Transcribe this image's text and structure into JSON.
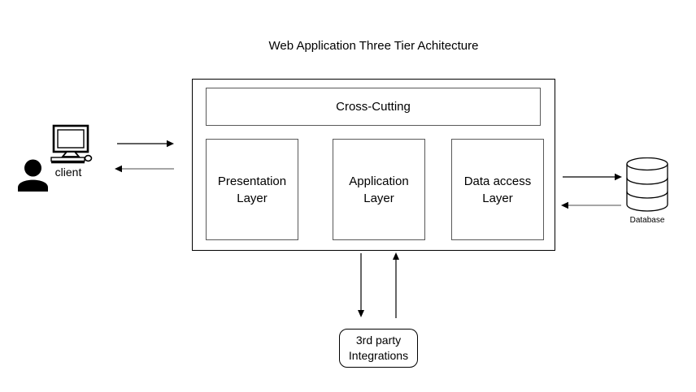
{
  "title": "Web Application Three Tier Achitecture",
  "client": {
    "label": "client"
  },
  "system": {
    "cross_cutting_label": "Cross-Cutting",
    "layers": [
      {
        "label": "Presentation Layer"
      },
      {
        "label": "Application Layer"
      },
      {
        "label": "Data access Layer"
      }
    ]
  },
  "database": {
    "label": "Database"
  },
  "third_party": {
    "label": "3rd party Integrations"
  },
  "icons": {
    "client_icon": "person-at-workstation",
    "database_icon": "database-cylinder",
    "arrow_icons": [
      "client-to-system-arrow",
      "system-to-client-arrow",
      "system-to-database-arrow",
      "database-to-system-arrow",
      "system-to-thirdparty-arrow",
      "thirdparty-to-system-arrow"
    ]
  },
  "colors": {
    "background": "#ffffff",
    "stroke": "#000000",
    "inner_box_border": "#595959",
    "return_arrow_shaft": "#999999"
  }
}
